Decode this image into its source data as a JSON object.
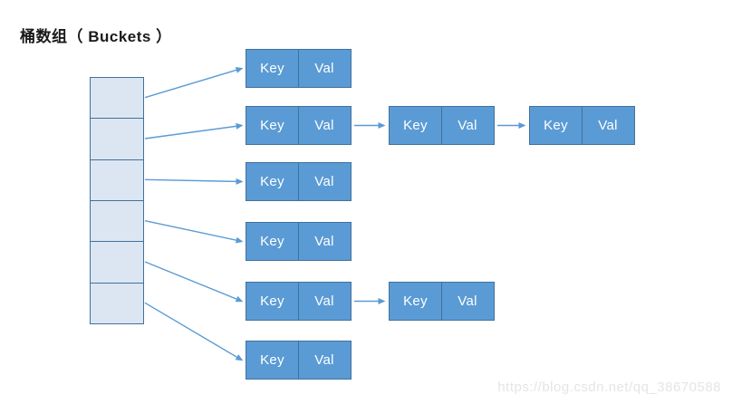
{
  "title": "桶数组（ Buckets ）",
  "watermark": "https://blog.csdn.net/qq_38670588",
  "node_labels": {
    "key": "Key",
    "val": "Val"
  },
  "buckets": {
    "count": 6,
    "chains": [
      1,
      3,
      1,
      1,
      2,
      1
    ]
  },
  "colors": {
    "node_fill": "#5B9BD5",
    "node_border": "#41719C",
    "bucket_fill": "#DCE6F2",
    "bucket_border": "#41719C",
    "arrow": "#5B9BD5",
    "node_text": "#FFFFFF",
    "title_text": "#1A1A1A",
    "watermark_text": "#E5E5E5"
  }
}
